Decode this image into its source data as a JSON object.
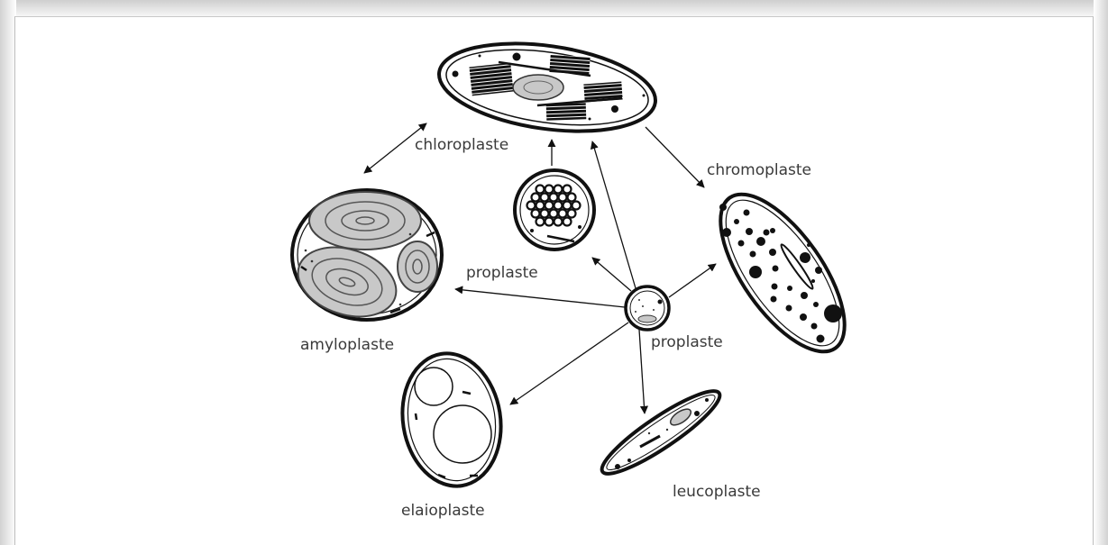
{
  "labels": {
    "chloroplaste": "chloroplaste",
    "chromoplaste": "chromoplaste",
    "proplaste_small": "proplaste",
    "proplaste_center": "proplaste",
    "amyloplaste": "amyloplaste",
    "elaioplaste": "elaioplaste",
    "leucoplaste": "leucoplaste"
  },
  "colors": {
    "ink": "#111111",
    "grey_fill": "#c8c8c8",
    "label": "#3a3a3a"
  }
}
